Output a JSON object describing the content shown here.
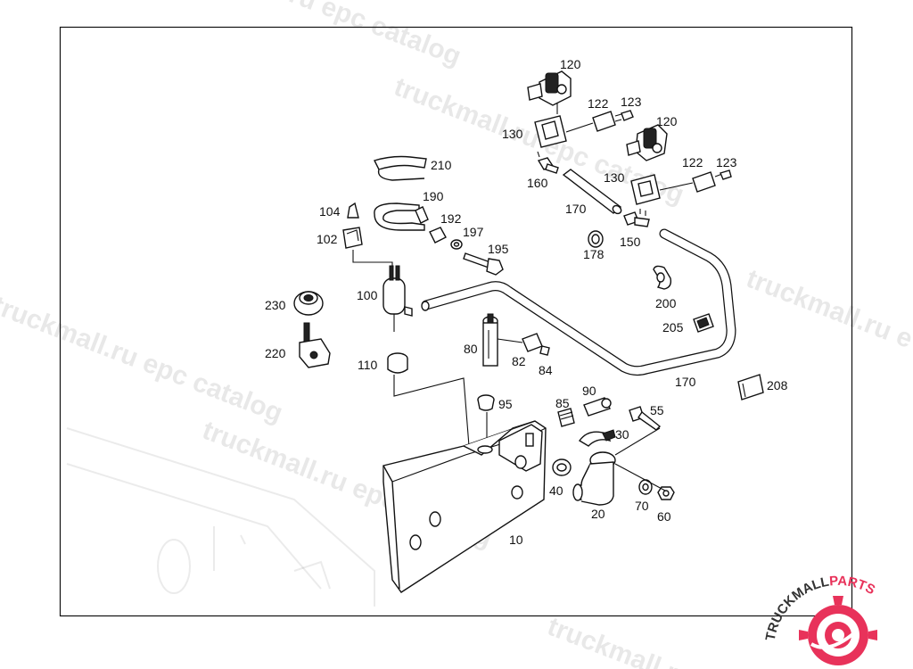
{
  "diagram": {
    "part_numbers": {
      "p120a": "120",
      "p122a": "122",
      "p123a": "123",
      "p130a": "130",
      "p120b": "120",
      "p122b": "122",
      "p123b": "123",
      "p130b": "130",
      "p160": "160",
      "p170a": "170",
      "p150": "150",
      "p178": "178",
      "p200": "200",
      "p205": "205",
      "p170b": "170",
      "p208": "208",
      "p210": "210",
      "p190": "190",
      "p192": "192",
      "p197": "197",
      "p195": "195",
      "p104": "104",
      "p102": "102",
      "p100": "100",
      "p230": "230",
      "p220": "220",
      "p110": "110",
      "p80": "80",
      "p82": "82",
      "p84": "84",
      "p95": "95",
      "p85": "85",
      "p90": "90",
      "p55": "55",
      "p30": "30",
      "p40": "40",
      "p20": "20",
      "p70": "70",
      "p60": "60",
      "p10": "10"
    }
  },
  "watermarks": {
    "w1": "truckmall.ru epc catalog",
    "w2": "truckmall.ru epc catalog",
    "w3": "truckmall.ru epc catalog",
    "w4": "truckmall.ru epc catalog",
    "w5": "truckmall.ru e",
    "w6": "truckmall.ru"
  },
  "logo": {
    "text_dark": "TRUCKMALL",
    "text_accent": "PARTS",
    "icon": "gear-swirl-icon",
    "accent_color": "#e8325a"
  },
  "colors": {
    "ink": "#111111",
    "background": "#ffffff"
  }
}
